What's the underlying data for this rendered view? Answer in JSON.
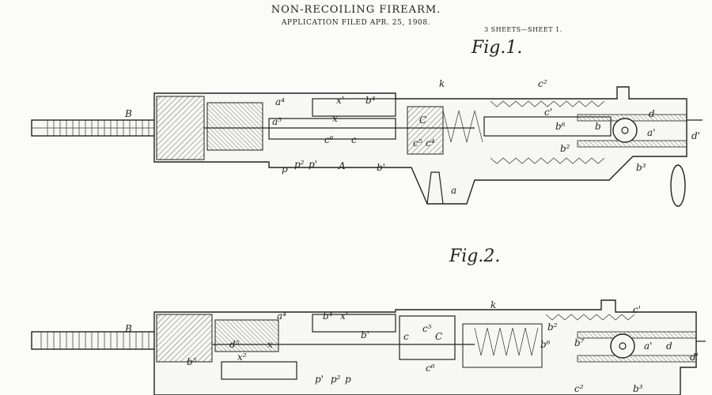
{
  "header": {
    "title": "NON-RECOILING FIREARM.",
    "subtitle": "APPLICATION FILED APR. 25, 1908.",
    "sheets": "3 SHEETS—SHEET 1."
  },
  "figures": [
    {
      "label": "Fig.1.",
      "references": [
        "B",
        "a⁴",
        "x'",
        "b⁴",
        "k",
        "c²",
        "a⁵",
        "x",
        "C",
        "c'",
        "d",
        "b⁶",
        "b",
        "a'",
        "d'",
        "c⁶",
        "c",
        "c⁵",
        "c⁴",
        "b²",
        "p",
        "p²",
        "p'",
        "A",
        "b'",
        "a",
        "b³"
      ]
    },
    {
      "label": "Fig.2.",
      "references": [
        "k",
        "c'",
        "B",
        "a⁴",
        "b⁴",
        "x'",
        "c⁵",
        "b²",
        "d⁵",
        "x",
        "b'",
        "c",
        "C",
        "b⁶",
        "b⁷",
        "a'",
        "d",
        "d'",
        "b⁵",
        "x²",
        "c⁶",
        "p'",
        "p²",
        "p",
        "c²",
        "b³"
      ]
    }
  ]
}
